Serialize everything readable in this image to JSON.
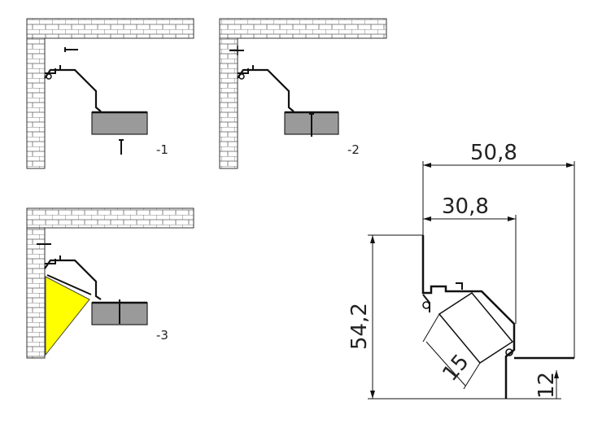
{
  "steps": [
    {
      "label": "-1"
    },
    {
      "label": "-2"
    },
    {
      "label": "-3"
    }
  ],
  "dimensions": {
    "overall_width": "50,8",
    "inner_width": "30,8",
    "height": "54,2",
    "diffuser": "15",
    "lip": "12"
  },
  "colors": {
    "light_beam": "#ffff00",
    "panel_fill": "#9a9a9a",
    "line": "#111111"
  }
}
